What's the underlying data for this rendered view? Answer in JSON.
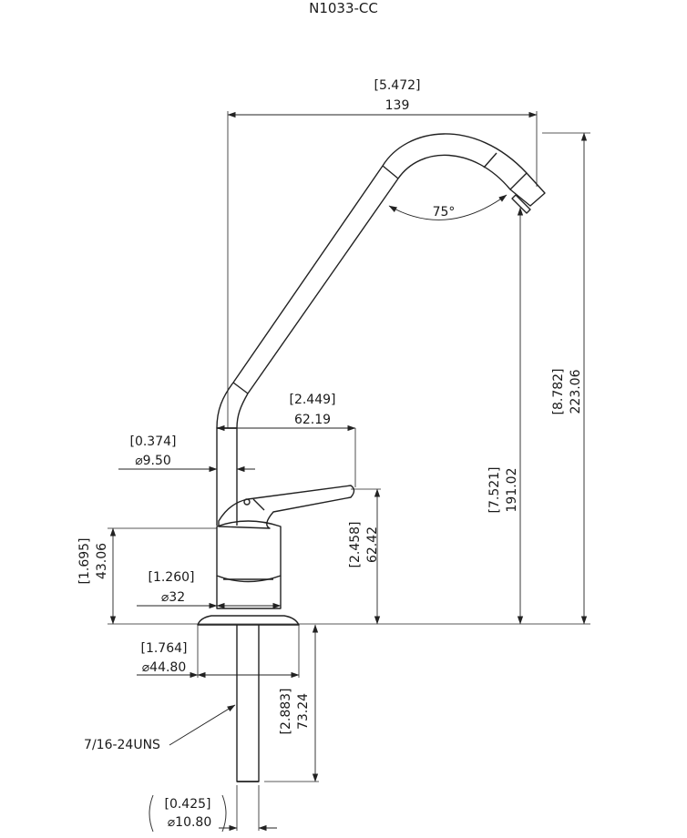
{
  "title": "N1033-CC",
  "dimensions": {
    "overall_width": {
      "inch": "[5.472]",
      "mm": "139"
    },
    "spout_angle": {
      "value": "75°"
    },
    "overall_height": {
      "inch": "[8.782]",
      "mm": "223.06"
    },
    "spout_height": {
      "inch": "[7.521]",
      "mm": "191.02"
    },
    "handle_reach": {
      "inch": "[2.449]",
      "mm": "62.19"
    },
    "stem_diameter": {
      "inch": "[0.374]",
      "mm": "⌀9.50"
    },
    "handle_height": {
      "inch": "[2.458]",
      "mm": "62.42"
    },
    "body_height": {
      "inch": "[1.695]",
      "mm": "43.06"
    },
    "body_diameter": {
      "inch": "[1.260]",
      "mm": "⌀32"
    },
    "flange_diameter": {
      "inch": "[1.764]",
      "mm": "⌀44.80"
    },
    "shank_length": {
      "inch": "[2.883]",
      "mm": "73.24"
    },
    "shank_diameter": {
      "inch": "[0.425]",
      "mm": "⌀10.80"
    }
  },
  "thread_callout": "7/16-24UNS"
}
